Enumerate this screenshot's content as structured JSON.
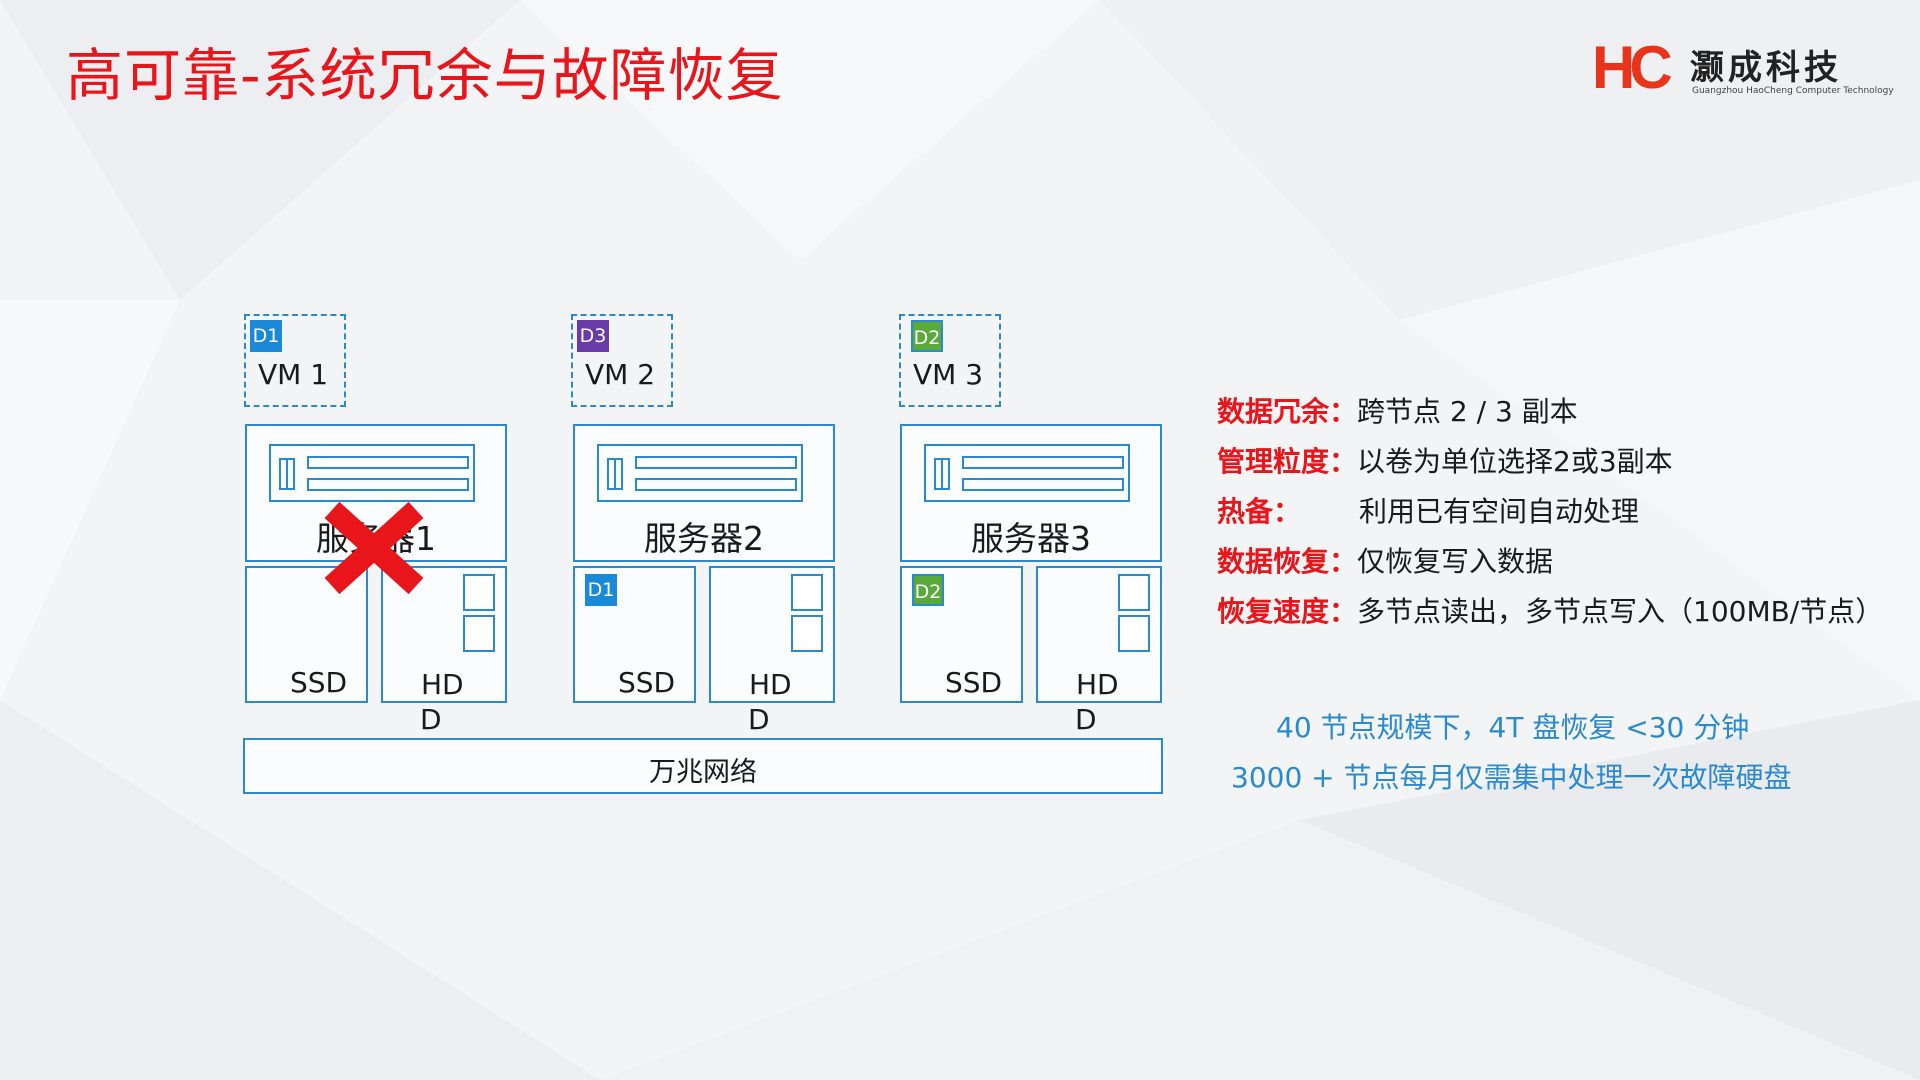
{
  "title": "高可靠-系统冗余与故障恢复",
  "logo": {
    "mark": "HC",
    "name": "灏成科技",
    "subtitle": "Guangzhou HaoCheng Computer Technology"
  },
  "colors": {
    "title": "#e8151b",
    "accent_blue": "#2a8ad0",
    "fail_x": "#e8151b",
    "d1": "#1a8ad8",
    "d2": "#5aaa3a",
    "d3": "#6a3aa8"
  },
  "vms": [
    {
      "tag": "D1",
      "label": "VM 1"
    },
    {
      "tag": "D3",
      "label": "VM 2"
    },
    {
      "tag": "D2",
      "label": "VM 3"
    }
  ],
  "servers": [
    {
      "label": "服务器1",
      "ssd_label": "SSD",
      "hdd_label": "HD",
      "hdd_label2": "D",
      "ssd_tag": "",
      "failed": true
    },
    {
      "label": "服务器2",
      "ssd_label": "SSD",
      "hdd_label": "HD",
      "hdd_label2": "D",
      "ssd_tag": "D1",
      "failed": false
    },
    {
      "label": "服务器3",
      "ssd_label": "SSD",
      "hdd_label": "HD",
      "hdd_label2": "D",
      "ssd_tag": "D2",
      "failed": false
    }
  ],
  "network_label": "万兆网络",
  "features": [
    {
      "key": "数据冗余：",
      "value": "跨节点 2 / 3 副本"
    },
    {
      "key": "管理粒度：",
      "value": "以卷为单位选择2或3副本"
    },
    {
      "key": "热备：",
      "value": "利用已有空间自动处理"
    },
    {
      "key": "数据恢复：",
      "value": "仅恢复写入数据"
    },
    {
      "key": "恢复速度：",
      "value": "多节点读出，多节点写入（100MB/节点）"
    }
  ],
  "notes": [
    "40 节点规模下，4T 盘恢复 <30 分钟",
    "3000 + 节点每月仅需集中处理一次故障硬盘"
  ]
}
